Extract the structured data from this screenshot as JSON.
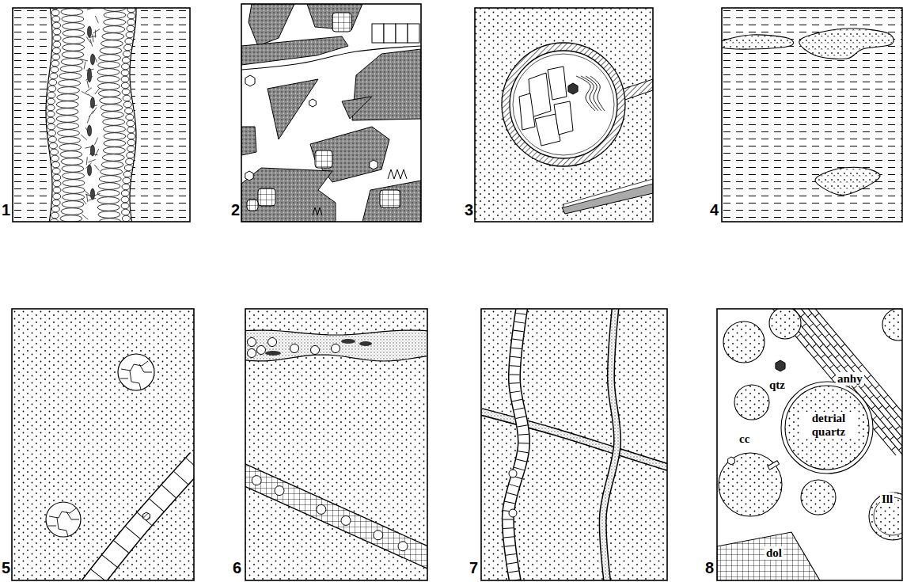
{
  "diagram": {
    "labels": [
      "1",
      "2",
      "3",
      "4",
      "5",
      "6",
      "7",
      "8",
      "anhy",
      "qtz",
      "detrial quartz",
      "cc",
      "Ill",
      "dol"
    ]
  }
}
